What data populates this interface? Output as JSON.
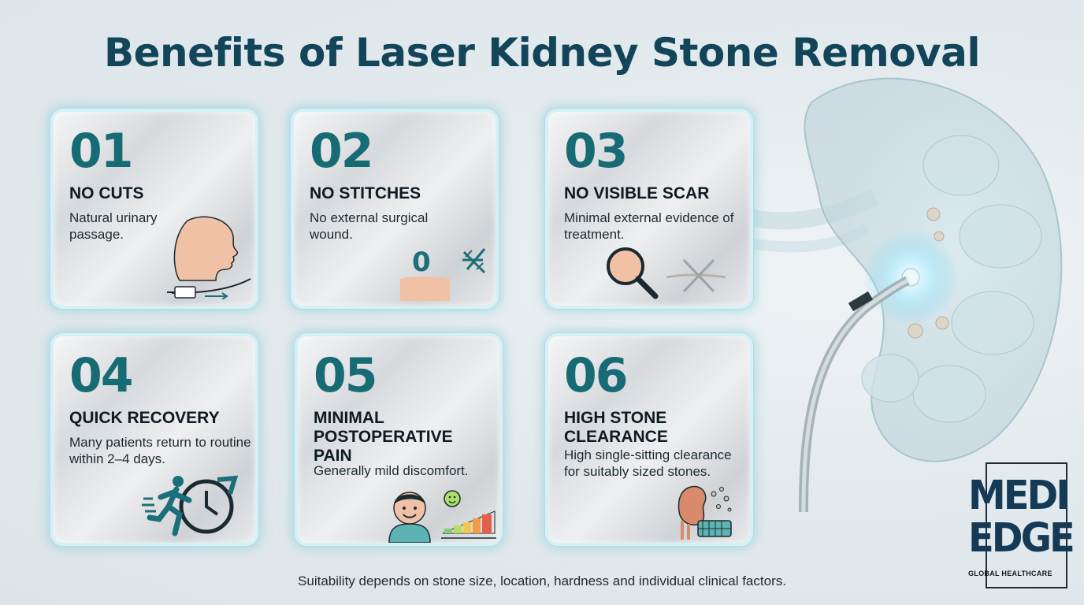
{
  "title": "Benefits of Laser Kidney Stone Removal",
  "cards": [
    {
      "number": "01",
      "heading": "NO CUTS",
      "text": "Natural urinary passage.",
      "icon": "face-catheter-icon"
    },
    {
      "number": "02",
      "heading": "NO STITCHES",
      "text": "No external surgical wound.",
      "icon_text": "0",
      "icon": "no-stitches-icon"
    },
    {
      "number": "03",
      "heading": "NO VISIBLE SCAR",
      "text": "Minimal external evidence of treatment.",
      "icon": "magnifier-no-scar-icon"
    },
    {
      "number": "04",
      "heading": "QUICK RECOVERY",
      "text": "Many patients return to routine within 2–4 days.",
      "icon": "running-clock-icon"
    },
    {
      "number": "05",
      "heading": "MINIMAL POSTOPERATIVE PAIN",
      "text": "Generally mild discomfort.",
      "icon": "smiling-patient-pain-scale-icon"
    },
    {
      "number": "06",
      "heading": "HIGH STONE CLEARANCE",
      "text": "High single-sitting clearance for suitably sized stones.",
      "icon": "kidney-stone-basket-icon"
    }
  ],
  "footnote": "Suitability depends on stone size, location, hardness and individual clinical factors.",
  "logo": {
    "line1": "MEDI",
    "line2": "EDGE",
    "tagline": "GLOBAL HEALTHCARE"
  },
  "colors": {
    "title": "#124559",
    "number": "#176b74",
    "card_glow": "#78c8d6",
    "logo": "#143a55"
  }
}
